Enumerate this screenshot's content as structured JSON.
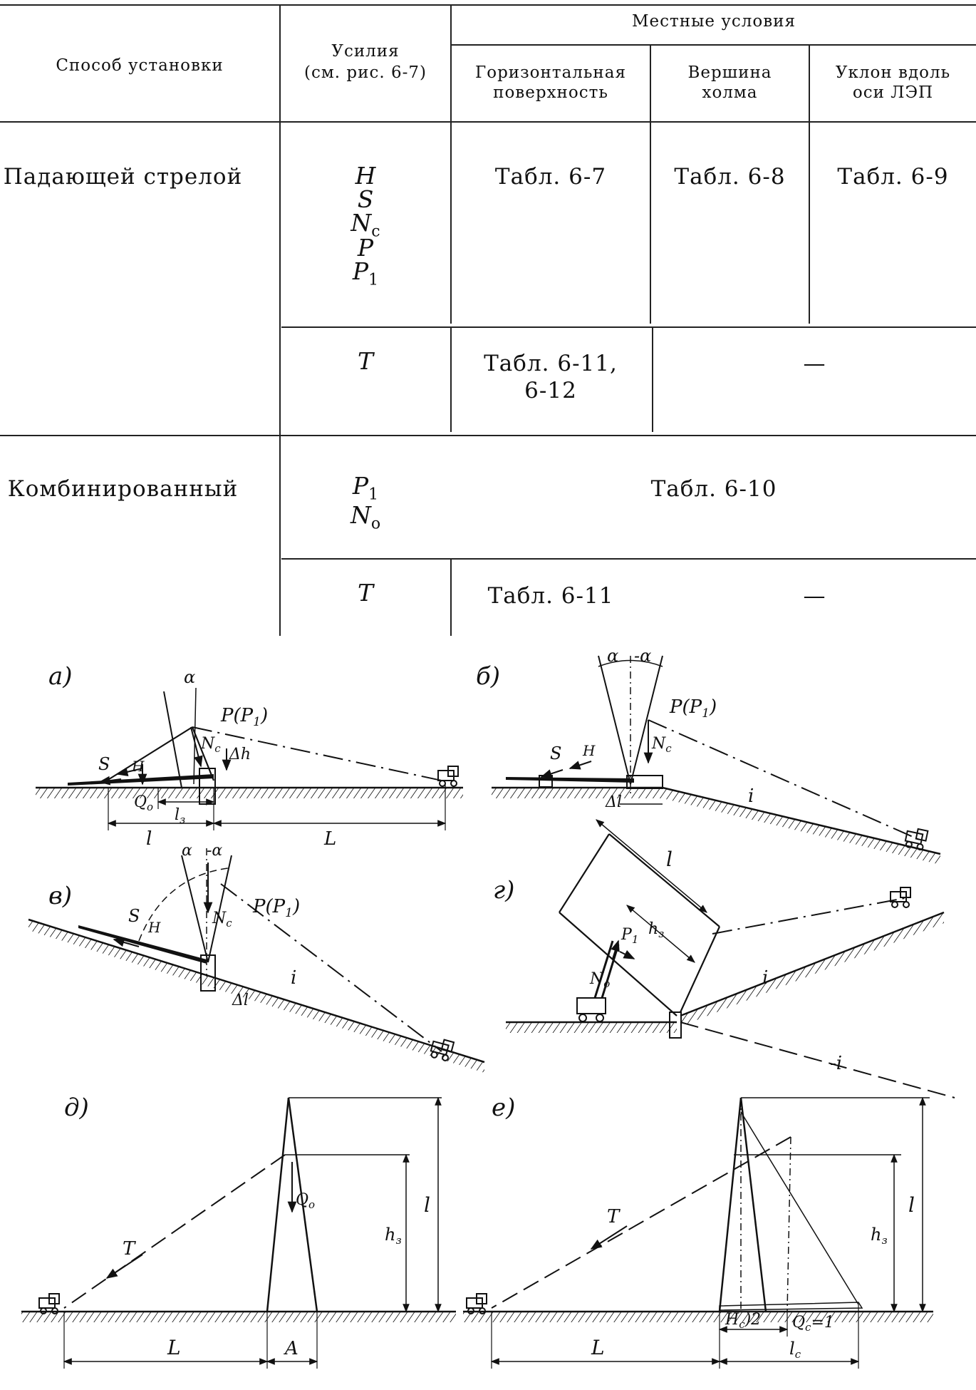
{
  "table": {
    "col_method": "Способ установки",
    "col_forces": "Усилия",
    "col_forces_ref": "(см. рис. 6-7)",
    "col_local": "Местные условия",
    "sub_horizontal_1": "Горизонтальная",
    "sub_horizontal_2": "поверхность",
    "sub_hill_1": "Вершина",
    "sub_hill_2": "холма",
    "sub_slope_1": "Уклон вдоль",
    "sub_slope_2": "оси ЛЭП",
    "rows": [
      {
        "method": "Падающей стрелой",
        "forces": [
          "H",
          "S",
          "N",
          "P",
          "P"
        ],
        "forces_sub": [
          "",
          "",
          "c",
          "",
          "1"
        ],
        "horizontal": "Табл. 6-7",
        "hill": "Табл. 6-8",
        "slope": "Табл. 6-9"
      },
      {
        "forces": "T",
        "horizontal_1": "Табл. 6-11,",
        "horizontal_2": "6-12",
        "other": "—"
      },
      {
        "method": "Комбинированный",
        "forces": [
          "P",
          "N"
        ],
        "forces_sub": [
          "1",
          "о"
        ],
        "merged": "Табл. 6-10"
      },
      {
        "forces": "T",
        "horizontal": "Табл. 6-11",
        "other": "—"
      }
    ]
  },
  "figures": {
    "panels": [
      "а)",
      "б)",
      "в)",
      "г)",
      "д)",
      "е)"
    ],
    "labels": {
      "alpha": "α",
      "minus_alpha": "-α",
      "P_P1": "P(P",
      "P_sub": "1",
      "H": "H",
      "S": "S",
      "Nc": "N",
      "Nc_sub": "c",
      "delta_h": "Δh",
      "delta_l": "Δl",
      "Qo": "Q",
      "Qo_sub": "o",
      "l3": "l",
      "l3_sub": "з",
      "h3": "h",
      "h3_sub": "з",
      "l": "l",
      "L": "L",
      "i": "i",
      "minus_i": "-i",
      "P1": "P",
      "P1_sub": "1",
      "No": "N",
      "No_sub": "o",
      "T": "T",
      "A": "A",
      "Hc2": "H",
      "Hc2_rest": ")2",
      "Hc_sub": "c",
      "Qc1": "Q",
      "Qc1_sub": "c",
      "Qc1_rest": "=1",
      "lc": "l",
      "lc_sub": "c"
    }
  }
}
